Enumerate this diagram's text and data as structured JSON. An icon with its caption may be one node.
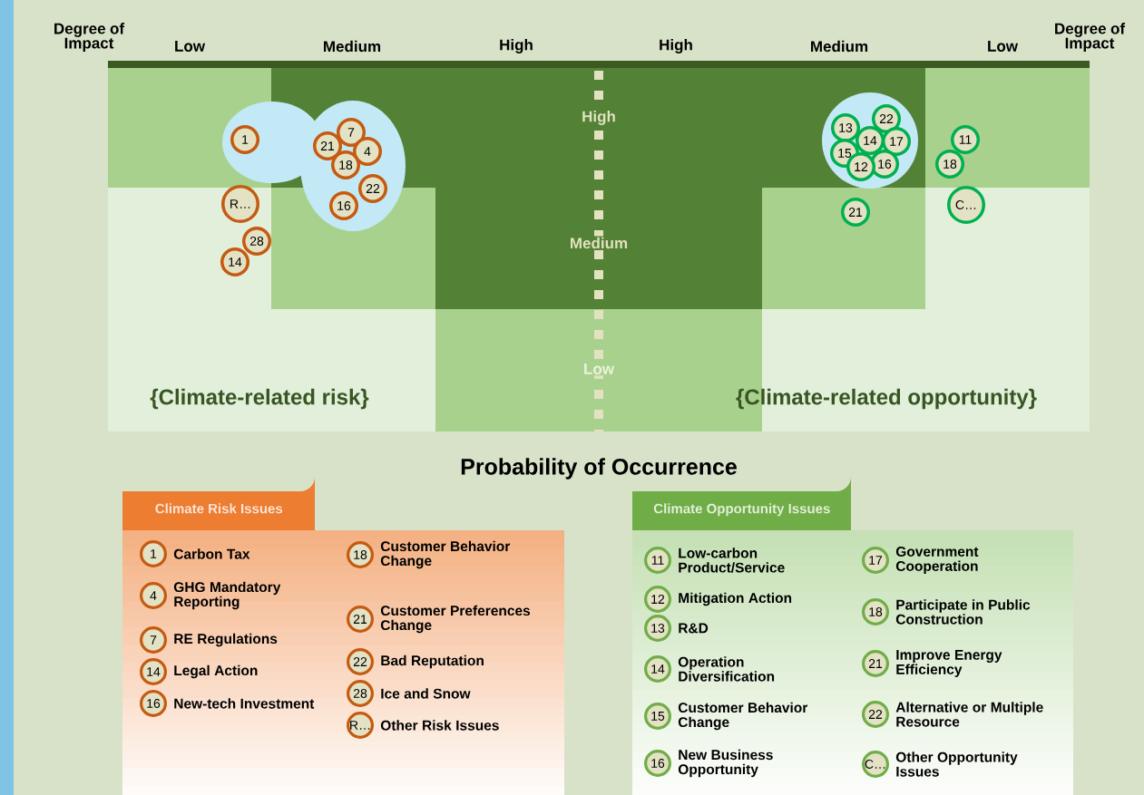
{
  "diagram": {
    "nodes": [
      {
        "text": [
          "1"
        ]
      },
      {
        "text": [
          "7"
        ]
      },
      {
        "text": [
          "21"
        ]
      },
      {
        "text": [
          "4"
        ]
      },
      {
        "text": [
          "18"
        ]
      },
      {
        "text": [
          "22"
        ]
      },
      {
        "text": [
          "16"
        ]
      },
      {
        "text": [
          "R…"
        ]
      },
      {
        "text": [
          "28"
        ]
      },
      {
        "text": [
          "14"
        ]
      },
      {
        "text": [
          "22"
        ]
      },
      {
        "text": [
          "13"
        ]
      },
      {
        "text": [
          "14"
        ]
      },
      {
        "text": [
          "17"
        ]
      },
      {
        "text": [
          "15"
        ]
      },
      {
        "text": [
          "16"
        ]
      },
      {
        "text": [
          "12"
        ]
      },
      {
        "text": [
          "11"
        ]
      },
      {
        "text": [
          "18"
        ]
      },
      {
        "text": [
          "C…"
        ]
      },
      {
        "text": [
          "21"
        ]
      },
      {
        "text": [
          "Climate Risk Issues"
        ]
      },
      {
        "text": [
          "1"
        ],
        "beside": [
          "Carbon Tax"
        ],
        "in": 21
      },
      {
        "text": [
          "4"
        ],
        "beside": [
          "GHG Mandatory Reporting"
        ],
        "in": 21
      },
      {
        "text": [
          "7"
        ],
        "beside": [
          "RE Regulations"
        ],
        "in": 21
      },
      {
        "text": [
          "14"
        ],
        "beside": [
          "Legal Action"
        ],
        "in": 21
      },
      {
        "text": [
          "16"
        ],
        "beside": [
          "New-tech Investment"
        ],
        "in": 21
      },
      {
        "text": [
          "18"
        ],
        "beside": [
          "Customer Behavior Change"
        ],
        "in": 21
      },
      {
        "text": [
          "21"
        ],
        "beside": [
          "Customer Preferences Change"
        ],
        "in": 21
      },
      {
        "text": [
          "22"
        ],
        "beside": [
          "Bad Reputation"
        ],
        "in": 21
      },
      {
        "text": [
          "28"
        ],
        "beside": [
          "Ice and Snow"
        ],
        "in": 21
      },
      {
        "text": [
          "R…"
        ],
        "beside": [
          "Other Risk Issues"
        ],
        "in": 21
      },
      {
        "text": [
          "Climate Opportunity Issues"
        ]
      },
      {
        "text": [
          "11"
        ],
        "beside": [
          "Low-carbon Product/Service"
        ],
        "in": 32
      },
      {
        "text": [
          "12"
        ],
        "beside": [
          "Mitigation Action"
        ],
        "in": 32
      },
      {
        "text": [
          "13"
        ],
        "beside": [
          "R&D"
        ],
        "in": 32
      },
      {
        "text": [
          "14"
        ],
        "beside": [
          "Operation Diversification"
        ],
        "in": 32
      },
      {
        "text": [
          "15"
        ],
        "beside": [
          "Customer Behavior Change"
        ],
        "in": 32
      },
      {
        "text": [
          "16"
        ],
        "beside": [
          "New Business Opportunity"
        ],
        "in": 32
      },
      {
        "text": [
          "17"
        ],
        "beside": [
          "Government Cooperation"
        ],
        "in": 32
      },
      {
        "text": [
          "18"
        ],
        "beside": [
          "Participate in Public Construction"
        ],
        "in": 32
      },
      {
        "text": [
          "21"
        ],
        "beside": [
          "Improve Energy Efficiency"
        ],
        "in": 32
      },
      {
        "text": [
          "22"
        ],
        "beside": [
          "Alternative or Multiple Resource"
        ],
        "in": 32
      },
      {
        "text": [
          "C…"
        ],
        "beside": [
          "Other Opportunity Issues"
        ],
        "in": 32
      }
    ],
    "labels": [
      "Degree of Impact",
      "Low",
      "Medium",
      "High",
      "High",
      "Medium",
      "Low",
      "Degree of Impact",
      "High",
      "Medium",
      "Low",
      "{Climate-related risk}",
      "{Climate-related opportunity}",
      "Probability of Occurrence"
    ]
  }
}
